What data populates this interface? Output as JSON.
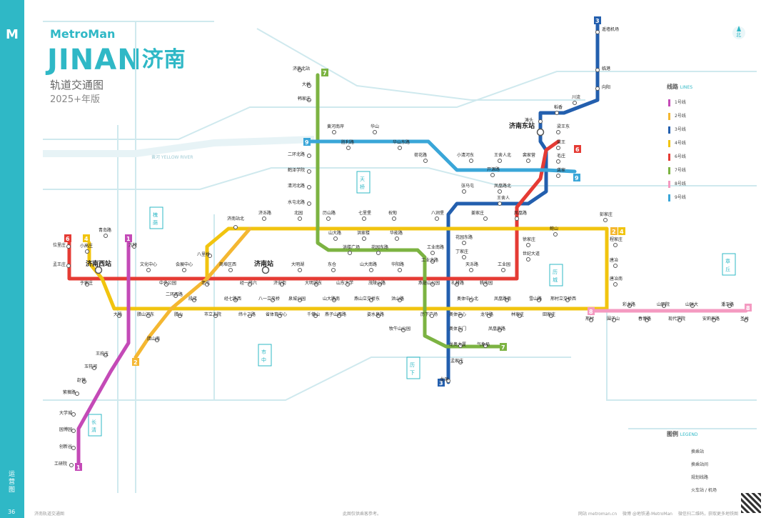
{
  "page": {
    "brand": "MetroMan",
    "city_en": "JINAN",
    "city_cn": "济南",
    "subtitle": "轨道交通图",
    "edition": "2025+年版",
    "page_number": "36",
    "side_text": "运营图",
    "footer_left": "济南轨道交通图",
    "footer_mid": "此图仅供乘客参考。",
    "footer_right_1": "网站 metroman.cn",
    "footer_right_2": "微博 @地铁通-MetroMan",
    "footer_right_3": "微信扫二维码，获取更多地铁图",
    "north_label": "北"
  },
  "colors": {
    "line1": "#c44ab7",
    "line2": "#f4b731",
    "line3": "#235fae",
    "line4": "#f1c40f",
    "line6": "#e53b34",
    "line7": "#7cb342",
    "line8": "#f49ac1",
    "line9": "#3aa6d8",
    "rail_brand": "#2fb8c6"
  },
  "legend": {
    "title": "线路",
    "title_en": "LINES",
    "lines": [
      {
        "label": "1号线",
        "color": "#c44ab7"
      },
      {
        "label": "2号线",
        "color": "#f4b731"
      },
      {
        "label": "3号线",
        "color": "#235fae"
      },
      {
        "label": "4号线",
        "color": "#f1c40f"
      },
      {
        "label": "6号线",
        "color": "#e53b34"
      },
      {
        "label": "7号线",
        "color": "#7cb342"
      },
      {
        "label": "8号线",
        "color": "#f49ac1"
      },
      {
        "label": "9号线",
        "color": "#3aa6d8"
      }
    ],
    "symbols_title": "图例",
    "symbols_title_en": "LEGEND",
    "symbols": [
      "换乘站",
      "换乘站间",
      "规划线路",
      "火车站 / 机场"
    ]
  },
  "districts": [
    "槐荫",
    "天桥",
    "历城",
    "市中",
    "历下",
    "长清",
    "章丘"
  ],
  "river": "黄河 YELLOW RIVER",
  "stations": [
    {
      "name": "遥墙机场",
      "hub": false
    },
    {
      "name": "临港",
      "hub": false
    },
    {
      "name": "向阳",
      "hub": false
    },
    {
      "name": "川流",
      "hub": false
    },
    {
      "name": "稻香",
      "hub": false
    },
    {
      "name": "滩头",
      "hub": false
    },
    {
      "name": "济南东站",
      "hub": true
    },
    {
      "name": "梁王东",
      "hub": false
    },
    {
      "name": "梁王",
      "hub": false
    },
    {
      "name": "毛庄",
      "hub": false
    },
    {
      "name": "裴家营",
      "hub": false
    },
    {
      "name": "龚家",
      "hub": false
    },
    {
      "name": "王舍人北",
      "hub": false
    },
    {
      "name": "小清河东",
      "hub": false
    },
    {
      "name": "开源路",
      "hub": false
    },
    {
      "name": "凤凰路北",
      "hub": false
    },
    {
      "name": "张马屯",
      "hub": false
    },
    {
      "name": "王舍人",
      "hub": false
    },
    {
      "name": "凤凰路",
      "hub": false
    },
    {
      "name": "姜家庄",
      "hub": false
    },
    {
      "name": "八涧堡",
      "hub": false
    },
    {
      "name": "祝甸",
      "hub": false
    },
    {
      "name": "七里堡",
      "hub": false
    },
    {
      "name": "历山路",
      "hub": false
    },
    {
      "name": "北园",
      "hub": false
    },
    {
      "name": "济泺路",
      "hub": false
    },
    {
      "name": "济南站北",
      "hub": false
    },
    {
      "name": "济南北站",
      "hub": false
    },
    {
      "name": "大桥",
      "hub": false
    },
    {
      "name": "韩家庄",
      "hub": false
    },
    {
      "name": "黄河南岸",
      "hub": false
    },
    {
      "name": "胜利路",
      "hub": false
    },
    {
      "name": "华山",
      "hub": false
    },
    {
      "name": "华山东路",
      "hub": false
    },
    {
      "name": "荷花路",
      "hub": false
    },
    {
      "name": "二环北路",
      "hub": false
    },
    {
      "name": "鹤泽学院",
      "hub": false
    },
    {
      "name": "清河北路",
      "hub": false
    },
    {
      "name": "水屯北路",
      "hub": false
    },
    {
      "name": "山大路",
      "hub": false
    },
    {
      "name": "洪家楼",
      "hub": false
    },
    {
      "name": "华能路",
      "hub": false
    },
    {
      "name": "洪楼广场",
      "hub": false
    },
    {
      "name": "花园东路",
      "hub": false
    },
    {
      "name": "工业南路",
      "hub": false
    },
    {
      "name": "花园东路",
      "hub": false
    },
    {
      "name": "丁家庄",
      "hub": false
    },
    {
      "name": "鲍山",
      "hub": false
    },
    {
      "name": "徐家庄",
      "hub": false
    },
    {
      "name": "世纪大道",
      "hub": false
    },
    {
      "name": "彭家庄",
      "hub": false
    },
    {
      "name": "程家庄",
      "hub": false
    },
    {
      "name": "唐冶",
      "hub": false
    },
    {
      "name": "唐冶南",
      "hub": false
    },
    {
      "name": "位里庄",
      "hub": false
    },
    {
      "name": "青岛路",
      "hub": false
    },
    {
      "name": "小高庄",
      "hub": false
    },
    {
      "name": "方特",
      "hub": false
    },
    {
      "name": "孟王庄",
      "hub": false
    },
    {
      "name": "济南西站",
      "hub": true
    },
    {
      "name": "文化中心",
      "hub": false
    },
    {
      "name": "会展中心",
      "hub": false
    },
    {
      "name": "商埠区西",
      "hub": false
    },
    {
      "name": "济南站",
      "hub": true
    },
    {
      "name": "大明湖",
      "hub": false
    },
    {
      "name": "东仓",
      "hub": false
    },
    {
      "name": "山大南路",
      "hub": false
    },
    {
      "name": "华阳路",
      "hub": false
    },
    {
      "name": "于家庄",
      "hub": false
    },
    {
      "name": "中央公园",
      "hub": false
    },
    {
      "name": "老屯",
      "hub": false
    },
    {
      "name": "经一纬六",
      "hub": false
    },
    {
      "name": "济安街",
      "hub": false
    },
    {
      "name": "大明湖东",
      "hub": false
    },
    {
      "name": "山东大学",
      "hub": false
    },
    {
      "name": "茂陵山路",
      "hub": false
    },
    {
      "name": "燕翅山公园",
      "hub": false
    },
    {
      "name": "工业北路",
      "hub": false
    },
    {
      "name": "天泺路",
      "hub": false
    },
    {
      "name": "工业园",
      "hub": false
    },
    {
      "name": "礼耕路",
      "hub": false
    },
    {
      "name": "轶华园",
      "hub": false
    },
    {
      "name": "二环西路",
      "hub": false
    },
    {
      "name": "八里桥",
      "hub": false
    },
    {
      "name": "段店",
      "hub": false
    },
    {
      "name": "经七路西",
      "hub": false
    },
    {
      "name": "八一立交桥",
      "hub": false
    },
    {
      "name": "泉城公园",
      "hub": false
    },
    {
      "name": "山大路南",
      "hub": false
    },
    {
      "name": "燕山立交桥东",
      "hub": false
    },
    {
      "name": "洪山路",
      "hub": false
    },
    {
      "name": "奥体中心北",
      "hub": false
    },
    {
      "name": "凤凰路南",
      "hub": false
    },
    {
      "name": "雪山路",
      "hub": false
    },
    {
      "name": "邢村立交桥西",
      "hub": false
    },
    {
      "name": "大杨",
      "hub": false
    },
    {
      "name": "腊山河东",
      "hub": false
    },
    {
      "name": "腊山",
      "hub": false
    },
    {
      "name": "市立五院",
      "hub": false
    },
    {
      "name": "纬十二路",
      "hub": false
    },
    {
      "name": "省体育中心",
      "hub": false
    },
    {
      "name": "千佛山",
      "hub": false
    },
    {
      "name": "燕子山西路",
      "hub": false
    },
    {
      "name": "姿水泉路",
      "hub": false
    },
    {
      "name": "历下广场",
      "hub": false
    },
    {
      "name": "奥体中心",
      "hub": false
    },
    {
      "name": "龙华路",
      "hub": false
    },
    {
      "name": "林家庄",
      "hub": false
    },
    {
      "name": "田家庄",
      "hub": false
    },
    {
      "name": "邢村",
      "hub": false
    },
    {
      "name": "围子山",
      "hub": false
    },
    {
      "name": "春博路",
      "hub": false
    },
    {
      "name": "现代学院",
      "hub": false
    },
    {
      "name": "安莉养路",
      "hub": false
    },
    {
      "name": "圣井",
      "hub": false
    },
    {
      "name": "彩龙路",
      "hub": false
    },
    {
      "name": "山职院",
      "hub": false
    },
    {
      "name": "山财大",
      "hub": false
    },
    {
      "name": "潘王路",
      "hub": false
    },
    {
      "name": "牧牛山公园",
      "hub": false
    },
    {
      "name": "奥体东门",
      "hub": false
    },
    {
      "name": "凤凰南路",
      "hub": false
    },
    {
      "name": "龙奥大厦",
      "hub": false
    },
    {
      "name": "气象局",
      "hub": false
    },
    {
      "name": "孟家庄",
      "hub": false
    },
    {
      "name": "龙洞",
      "hub": false
    },
    {
      "name": "腊山南",
      "hub": false
    },
    {
      "name": "王府庄",
      "hub": false
    },
    {
      "name": "玉符河",
      "hub": false
    },
    {
      "name": "赵营",
      "hub": false
    },
    {
      "name": "紫薇路",
      "hub": false
    },
    {
      "name": "大学城",
      "hub": false
    },
    {
      "name": "园博园",
      "hub": false
    },
    {
      "name": "创新谷",
      "hub": false
    },
    {
      "name": "工研院",
      "hub": false
    }
  ]
}
